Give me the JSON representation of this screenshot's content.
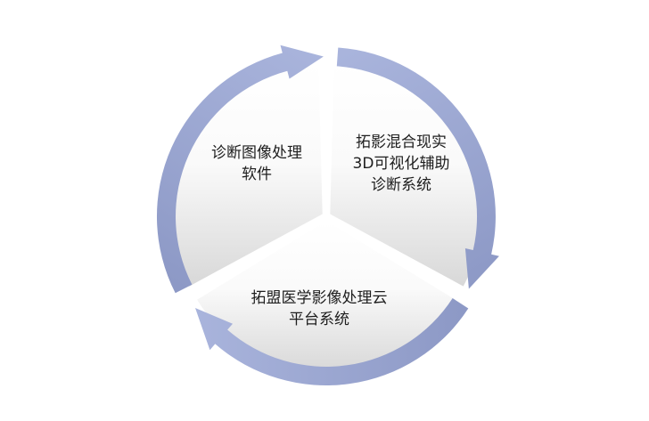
{
  "colors": {
    "arrow": "#a9b4dc",
    "arrow_dark": "#8d99c6",
    "sector_top": "#ffffff",
    "sector_bottom": "#dcdcdc"
  },
  "cycle": [
    {
      "lines": [
        "诊断图像处理",
        "软件"
      ]
    },
    {
      "lines": [
        "拓影混合现实",
        "3D可视化辅助",
        "诊断系统"
      ]
    },
    {
      "lines": [
        "拓盟医学影像处理云",
        "平台系统"
      ]
    }
  ]
}
